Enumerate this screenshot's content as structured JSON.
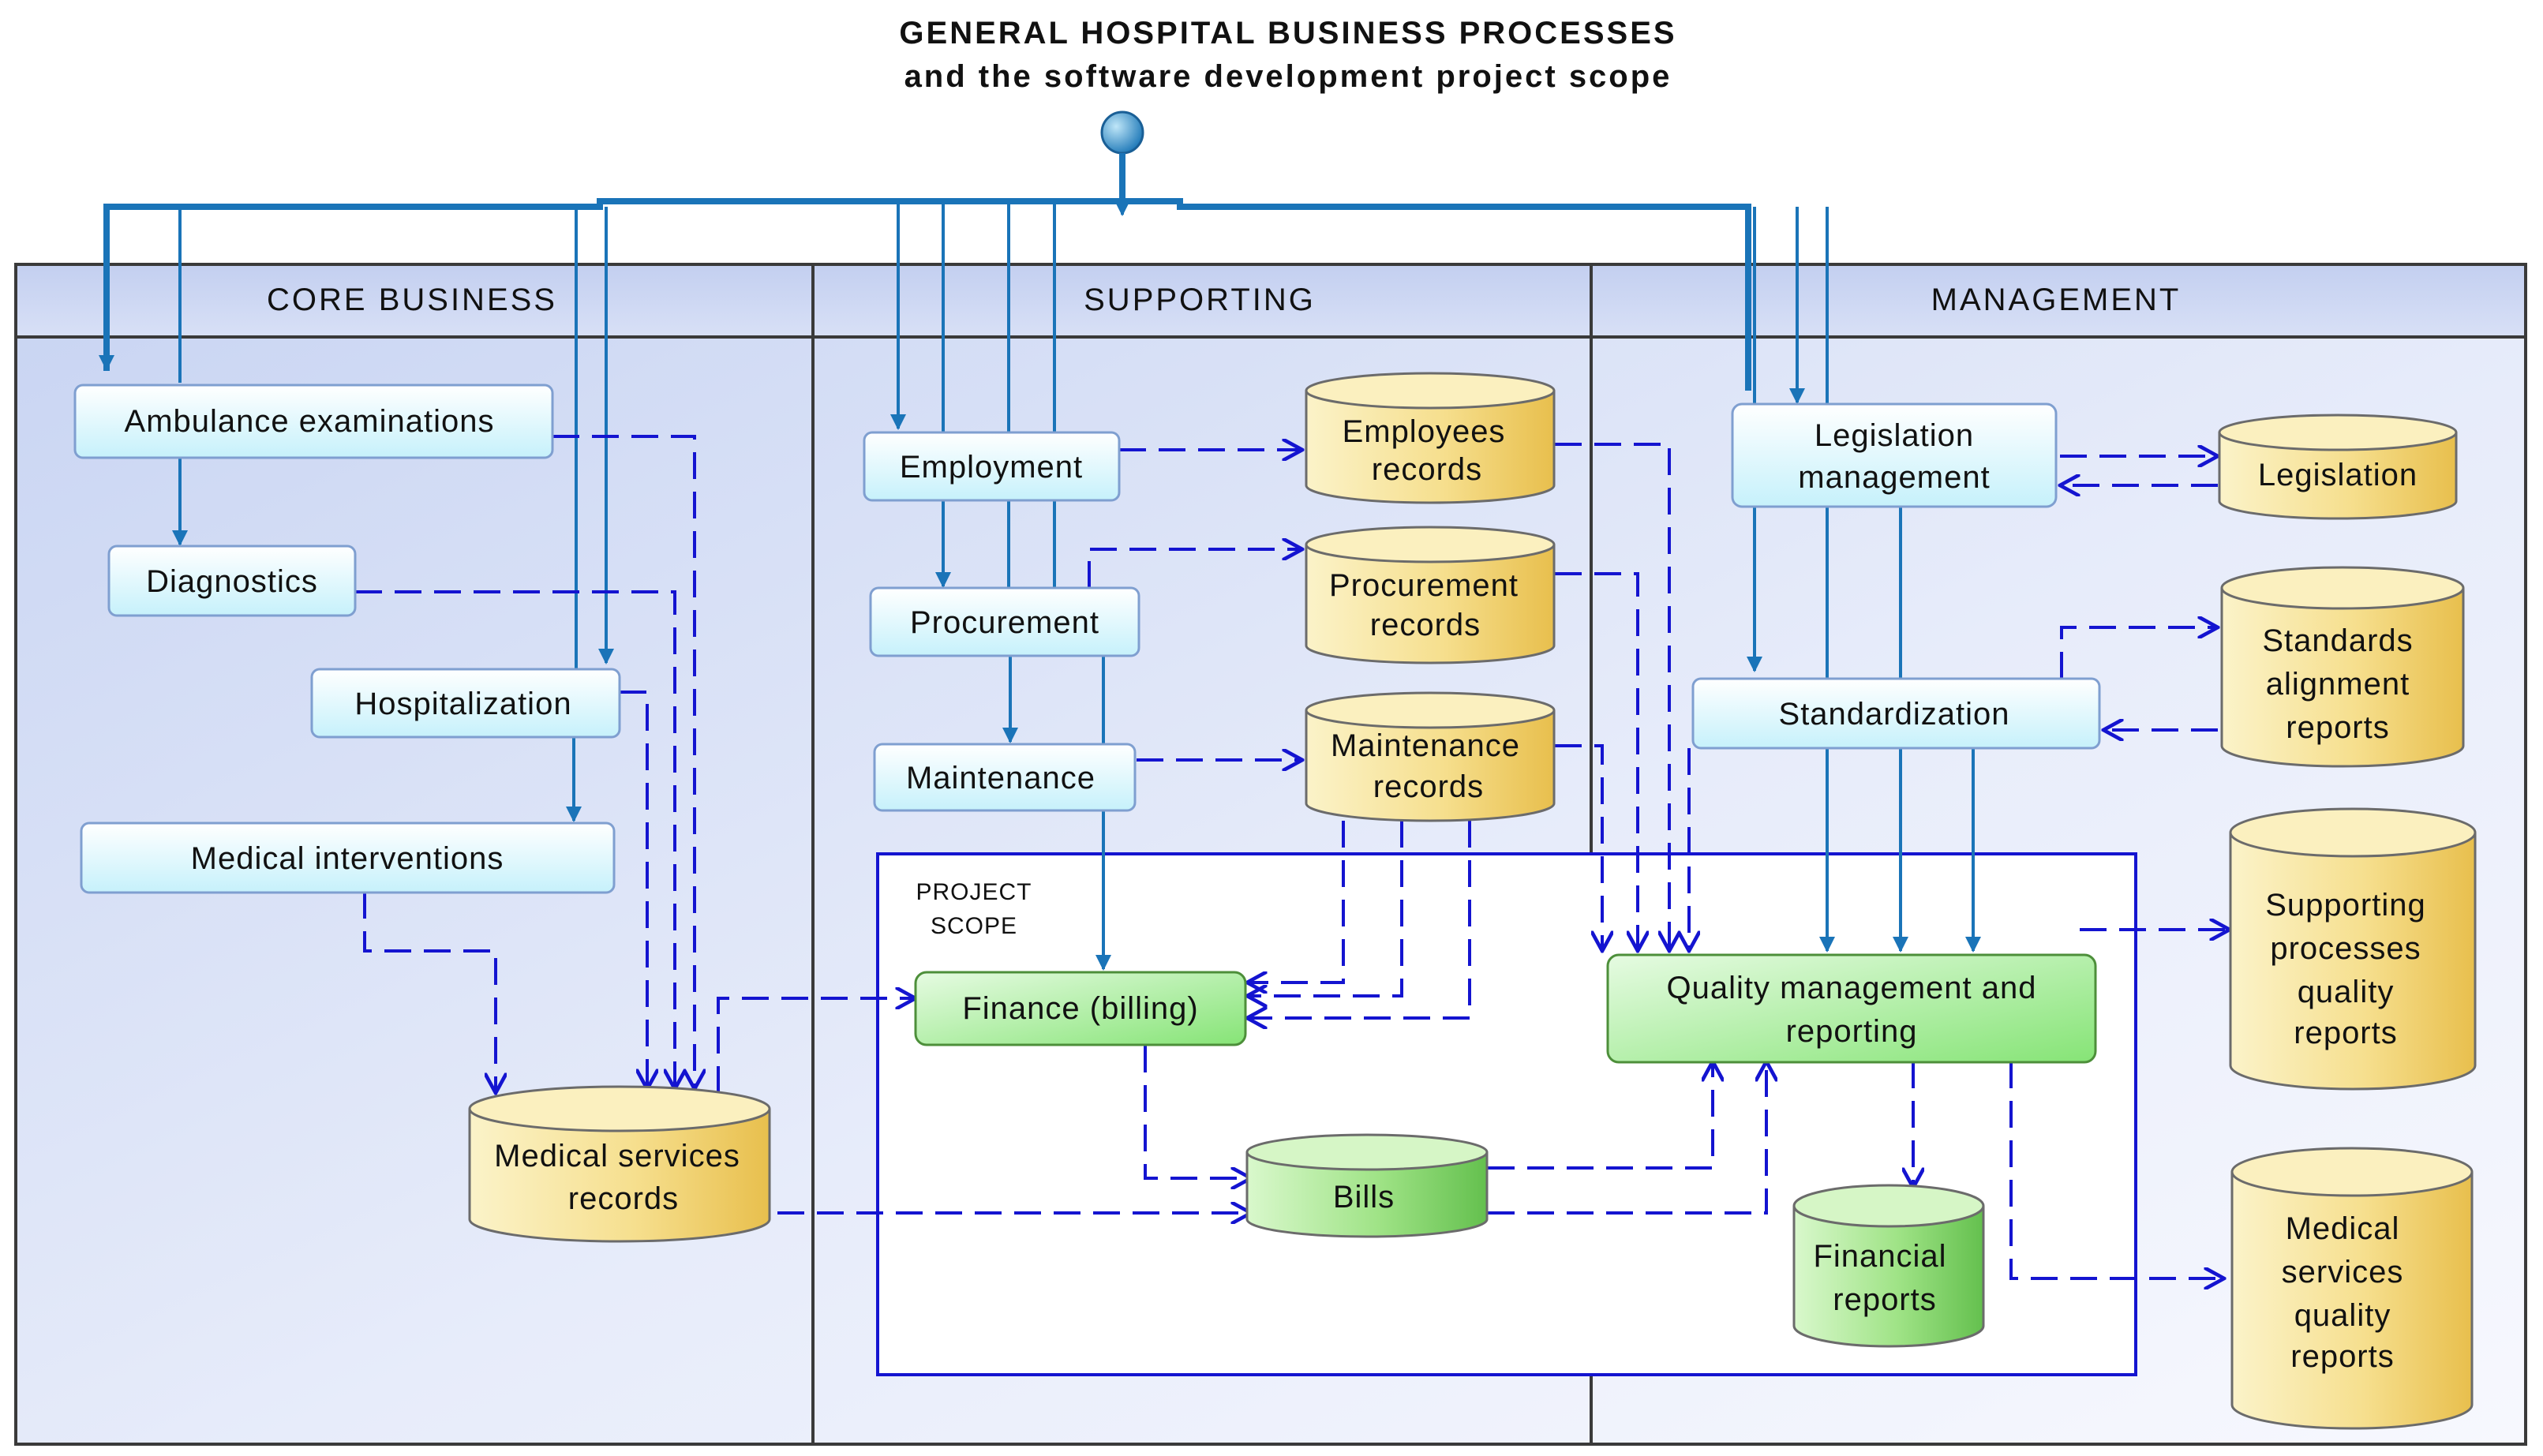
{
  "title": {
    "line1": "GENERAL HOSPITAL BUSINESS PROCESSES",
    "line2": "and the software development project scope"
  },
  "lanes": {
    "core": "CORE BUSINESS",
    "supporting": "SUPPORTING",
    "management": "MANAGEMENT"
  },
  "scope_label": {
    "line1": "PROJECT",
    "line2": "SCOPE"
  },
  "processes": {
    "ambulance": "Ambulance examinations",
    "diagnostics": "Diagnostics",
    "hospitalization": "Hospitalization",
    "interventions": "Medical interventions",
    "employment": "Employment",
    "procurement": "Procurement",
    "maintenance": "Maintenance",
    "legislation_mgmt": {
      "line1": "Legislation",
      "line2": "management"
    },
    "standardization": "Standardization",
    "finance": "Finance (billing)",
    "quality": {
      "line1": "Quality management and",
      "line2": "reporting"
    }
  },
  "stores": {
    "employees": {
      "line1": "Employees",
      "line2": "records"
    },
    "procurement_rec": {
      "line1": "Procurement",
      "line2": "records"
    },
    "maintenance_rec": {
      "line1": "Maintenance",
      "line2": "records"
    },
    "legislation": "Legislation",
    "standards": {
      "line1": "Standards",
      "line2": "alignment",
      "line3": "reports"
    },
    "supporting_quality": {
      "line1": "Supporting",
      "line2": "processes",
      "line3": "quality",
      "line4": "reports"
    },
    "medical_quality": {
      "line1": "Medical",
      "line2": "services",
      "line3": "quality",
      "line4": "reports"
    },
    "medical_records": {
      "line1": "Medical services",
      "line2": "records"
    },
    "bills": "Bills",
    "financial_reports": {
      "line1": "Financial",
      "line2": "reports"
    }
  },
  "colors": {
    "control_flow": "#1a74b8",
    "data_flow": "#1414d0",
    "process_fill": "#dff7fd",
    "project_process_fill": "#b8f2b0",
    "store_fill": "#f3d77a",
    "project_store_fill": "#9be07e"
  }
}
